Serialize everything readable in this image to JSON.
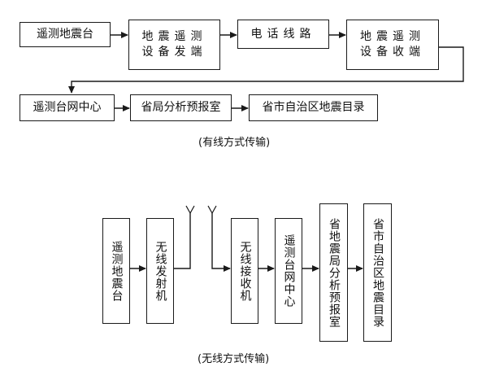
{
  "wired": {
    "caption": "(有线方式传输)",
    "nodes": {
      "station": "遥测地震台",
      "send_1": "地震遥测",
      "send_2": "设备发端",
      "phone_line": "电话线路",
      "recv_1": "地震遥测",
      "recv_2": "设备收端",
      "network_center": "遥测台网中心",
      "prov_bureau": "省局分析预报室",
      "prov_catalog": "省市自治区地震目录"
    }
  },
  "wireless": {
    "caption": "(无线方式传输)",
    "nodes": {
      "station": "遥测地震台",
      "transmitter": "无线发射机",
      "receiver": "无线接收机",
      "network_center": "遥测台网中心",
      "prov_bureau": "省地震局分析预报室",
      "prov_catalog": "省市自治区地震目录"
    }
  }
}
